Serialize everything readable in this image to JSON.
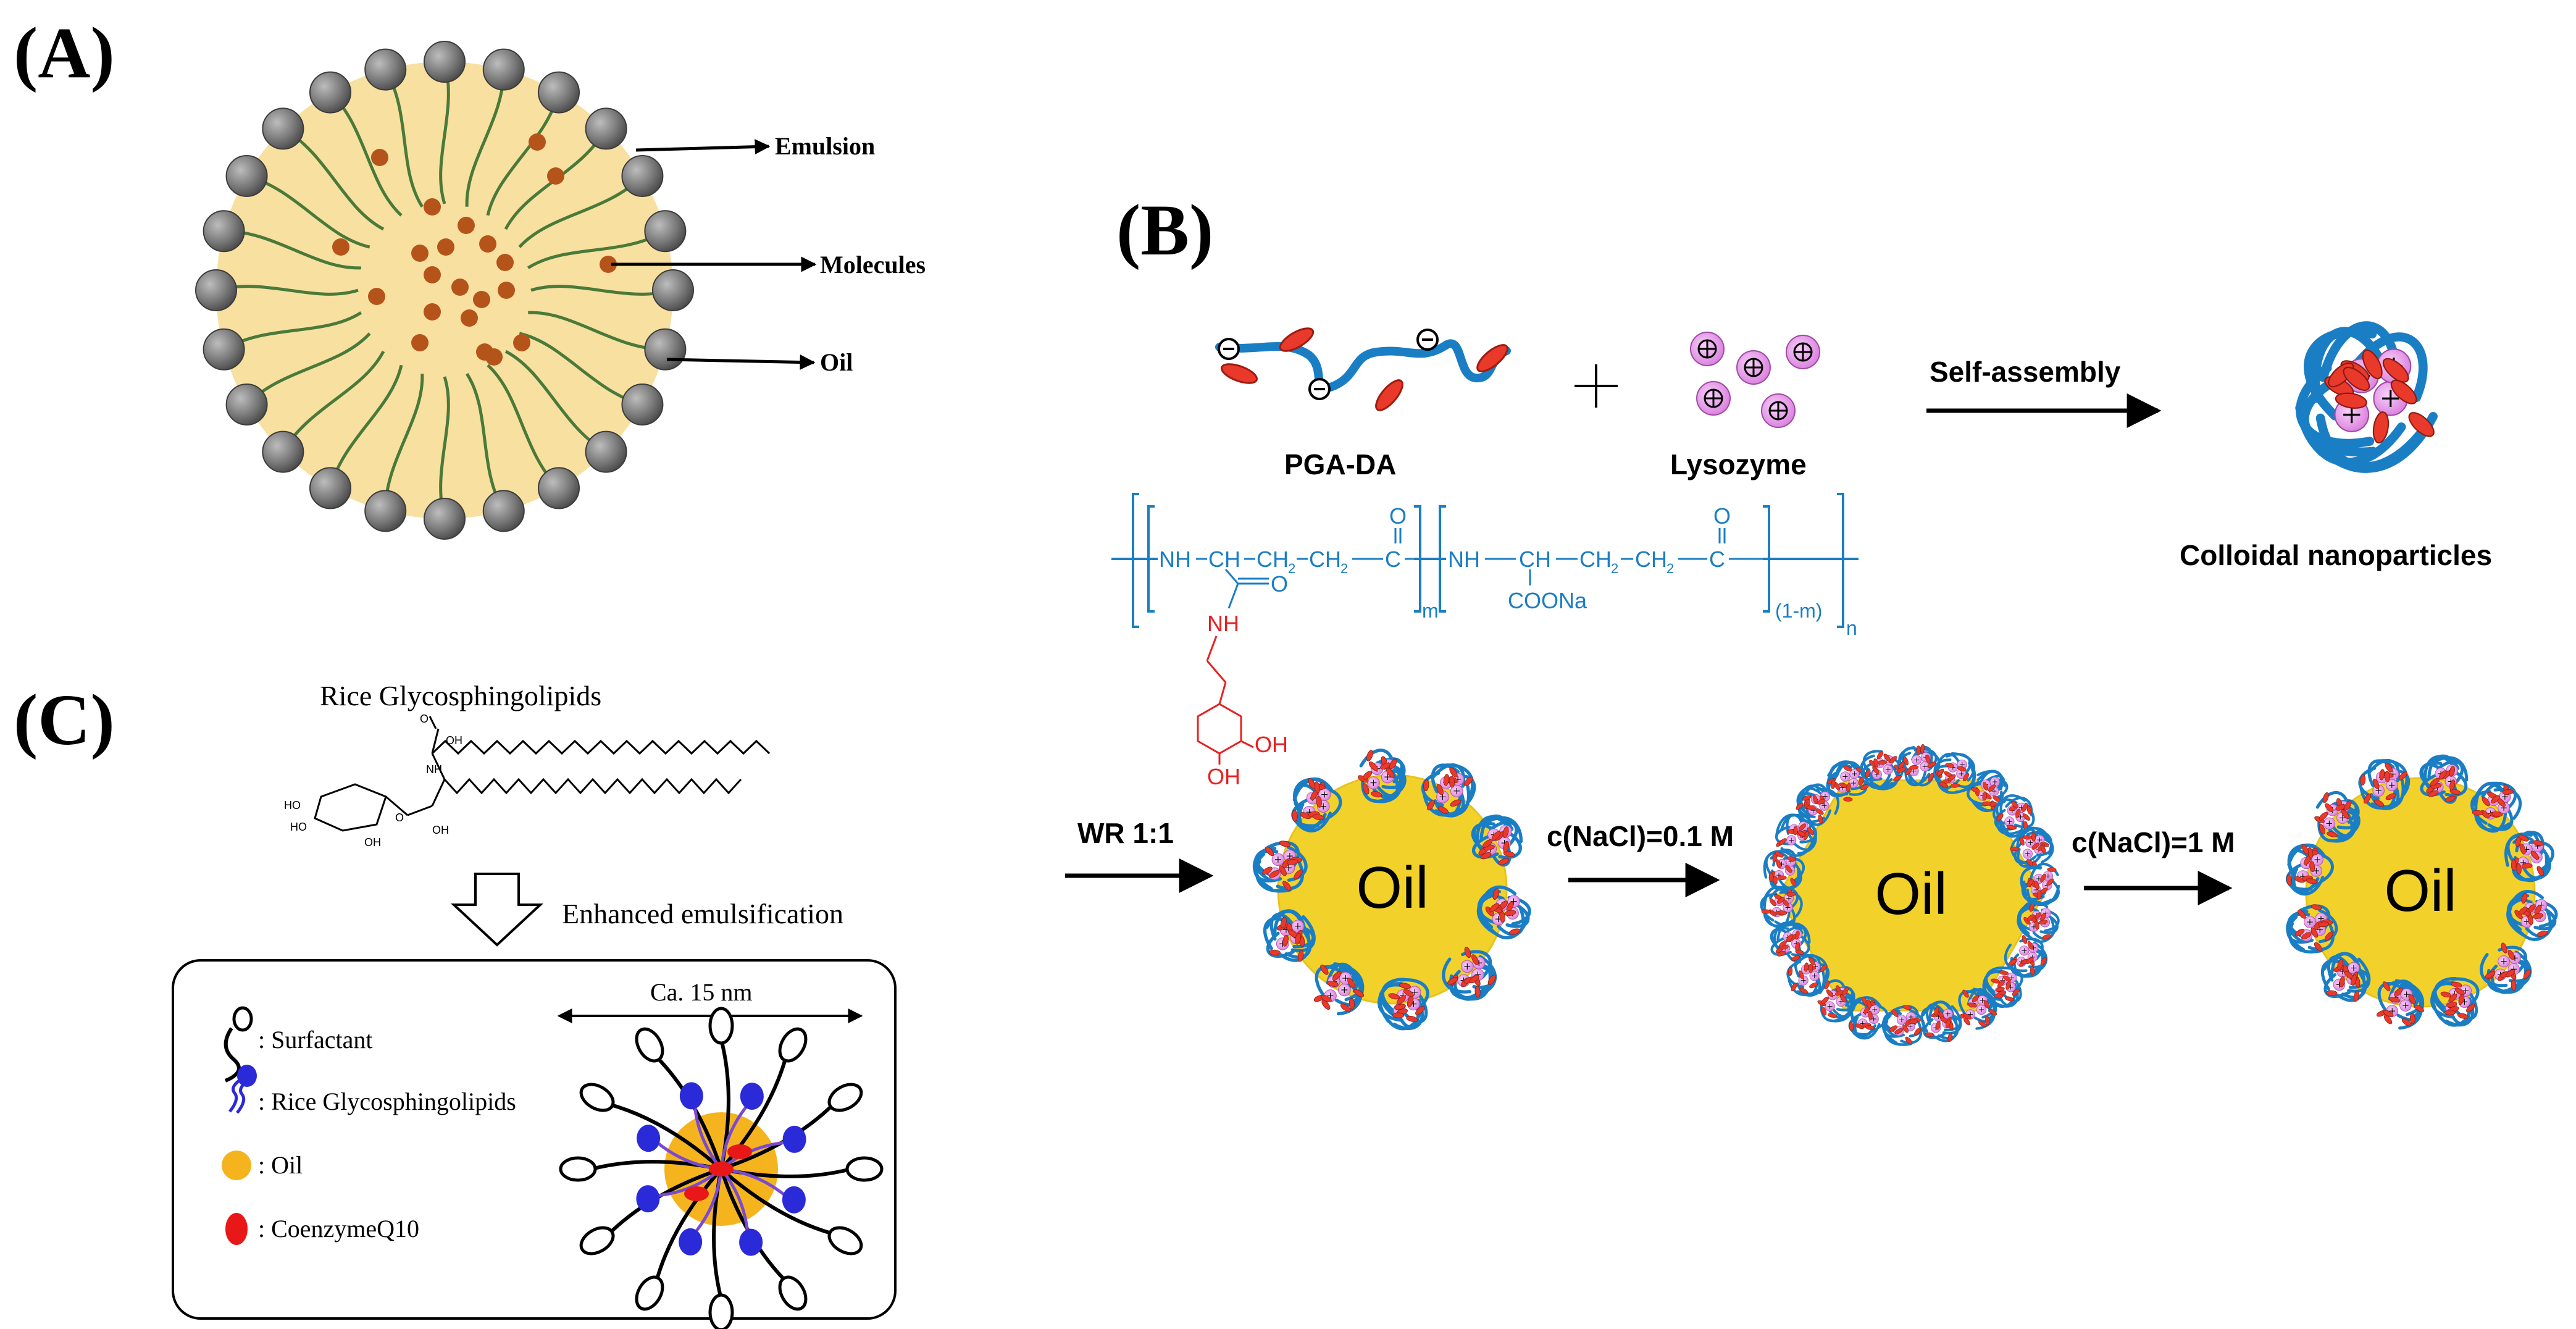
{
  "panels": {
    "a": {
      "label": "(A)",
      "emulsion": "Emulsion",
      "molecules": "Molecules",
      "oil": "Oil"
    },
    "b": {
      "label": "(B)",
      "pga_da": "PGA-DA",
      "lysozyme": "Lysozyme",
      "self_assembly": "Self-assembly",
      "colloidal": "Colloidal nanoparticles",
      "chem": {
        "nh": "NH",
        "ch": "CH",
        "ch2": "CH",
        "c": "C",
        "o": "O",
        "coona": "COONa",
        "m": "m",
        "one_minus_m": "(1-m)",
        "n": "n",
        "oh": "OH"
      },
      "wr": "WR 1:1",
      "nacl1": "c(NaCl)=0.1 M",
      "nacl2": "c(NaCl)=1 M",
      "oil": "Oil"
    },
    "c": {
      "label": "(C)",
      "rgsl_title": "Rice Glycosphingolipids",
      "enhanced": "Enhanced emulsification",
      "scale": "Ca. 15 nm",
      "legend": [
        {
          "text": ": Surfactant",
          "icon": "surfactant-icon"
        },
        {
          "text": ": Rice Glycosphingolipids",
          "icon": "glycosphingolipid-icon"
        },
        {
          "text": ": Oil",
          "icon": "oil-drop-icon"
        },
        {
          "text": ": CoenzymeQ10",
          "icon": "coenzyme-q10-icon"
        }
      ],
      "mol_labels": {
        "oh": "OH",
        "nh": "NH",
        "o": "O",
        "ho": "HO"
      }
    }
  },
  "colors": {
    "shell_bead": "#707070",
    "oil_yellow": "#f8e0a0",
    "tail_green": "#4a7a3a",
    "molecule_brown": "#b5541a",
    "polymer_blue": "#1a7ec4",
    "ellipse_red": "#e8392a",
    "lysozyme_pink": "#e59ae8",
    "oil_gold": "#f2d22a",
    "glyco_blue": "#2a2ad8",
    "cq10_red": "#e81818",
    "oil_orange": "#f5b41e",
    "chem_red": "#e82020"
  }
}
